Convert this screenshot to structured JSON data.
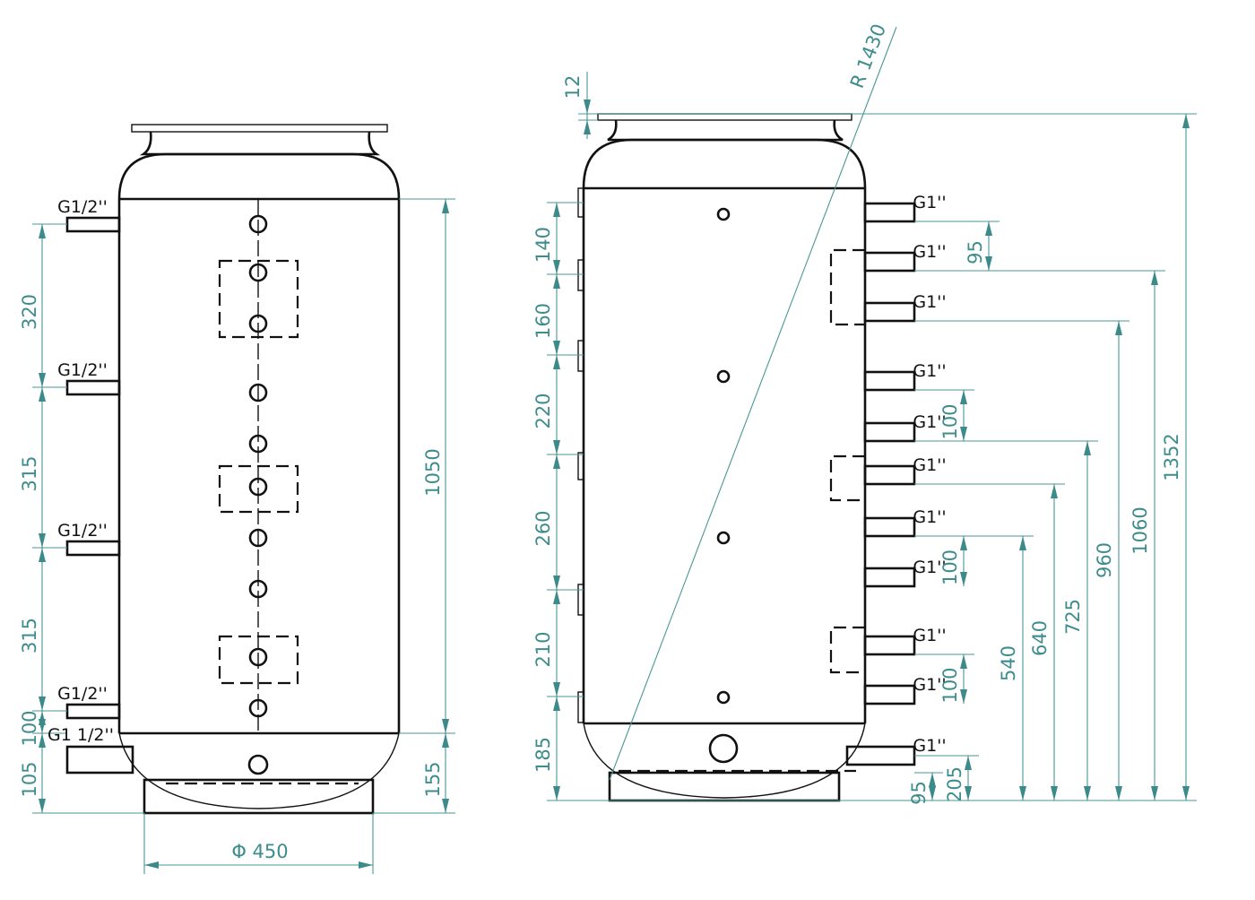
{
  "colors": {
    "outline": "#111111",
    "dimension": "#3f8c8c"
  },
  "left_view": {
    "nozzle_labels": [
      "G1/2''",
      "G1/2''",
      "G1/2''",
      "G1/2''",
      "G1 1/2''"
    ],
    "left_dims": [
      "320",
      "315",
      "315",
      "100",
      "105"
    ],
    "right_dims": [
      "1050",
      "155"
    ],
    "diameter": "Φ  450"
  },
  "right_view": {
    "nozzle_labels": [
      "G1''",
      "G1''",
      "G1''",
      "G1''",
      "G1''",
      "G1''",
      "G1''",
      "G1''",
      "G1''",
      "G1''",
      "G1''"
    ],
    "left_dims": [
      "140",
      "160",
      "220",
      "260",
      "210",
      "185"
    ],
    "top_dim": "12",
    "radius": "R 1430",
    "spacing_dims": [
      "95",
      "100",
      "100",
      "100",
      "205",
      "95"
    ],
    "height_dims": [
      "540",
      "640",
      "725",
      "960",
      "1060",
      "1352"
    ]
  }
}
